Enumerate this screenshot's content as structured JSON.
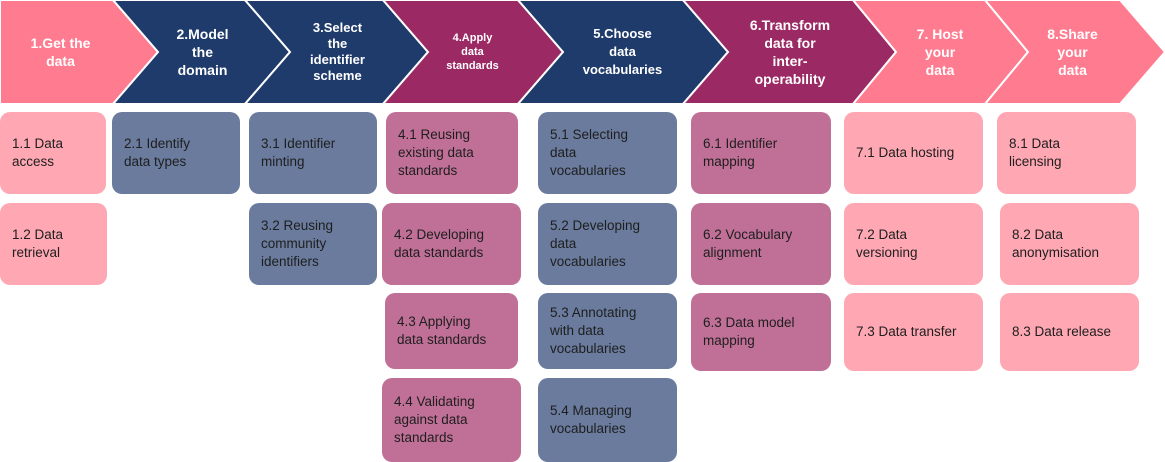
{
  "colors": {
    "pink": "#ff7b90",
    "navy": "#1f3b6b",
    "magenta": "#9b2a64",
    "card_pink": "#ffa8b4",
    "card_blue": "#6a7b9d",
    "card_magenta": "#c07097"
  },
  "steps": [
    {
      "label": "1.Get the\ndata",
      "color": "pink"
    },
    {
      "label": "2.Model\nthe\ndomain",
      "color": "navy"
    },
    {
      "label": "3.Select\nthe\nidentifier\nscheme",
      "color": "navy"
    },
    {
      "label": "4.Apply\ndata\nstandards",
      "color": "magenta"
    },
    {
      "label": "5.Choose\ndata\nvocabularies",
      "color": "navy"
    },
    {
      "label": "6.Transform\ndata for\ninter-\noperability",
      "color": "magenta"
    },
    {
      "label": "7. Host\nyour\ndata",
      "color": "pink"
    },
    {
      "label": "8.Share\nyour\ndata",
      "color": "pink"
    }
  ],
  "cards": {
    "c1_1": "1.1 Data\naccess",
    "c1_2": "1.2 Data\nretrieval",
    "c2_1": "2.1 Identify\ndata types",
    "c3_1": "3.1 Identifier\nminting",
    "c3_2": "3.2 Reusing\ncommunity\nidentifiers",
    "c4_1": "4.1 Reusing\nexisting data\nstandards",
    "c4_2": "4.2 Developing\ndata standards",
    "c4_3": "4.3 Applying\ndata standards",
    "c4_4": "4.4 Validating\nagainst data\nstandards",
    "c5_1": "5.1 Selecting\ndata\nvocabularies",
    "c5_2": "5.2 Developing\ndata\nvocabularies",
    "c5_3": "5.3 Annotating\nwith data\nvocabularies",
    "c5_4": "5.4 Managing\nvocabularies",
    "c6_1": "6.1 Identifier\nmapping",
    "c6_2": "6.2 Vocabulary\nalignment",
    "c6_3": "6.3 Data model\nmapping",
    "c7_1": "7.1 Data hosting",
    "c7_2": "7.2 Data\nversioning",
    "c7_3": "7.3 Data transfer",
    "c8_1": "8.1 Data\nlicensing",
    "c8_2": "8.2 Data\nanonymisation",
    "c8_3": "8.3 Data release"
  }
}
